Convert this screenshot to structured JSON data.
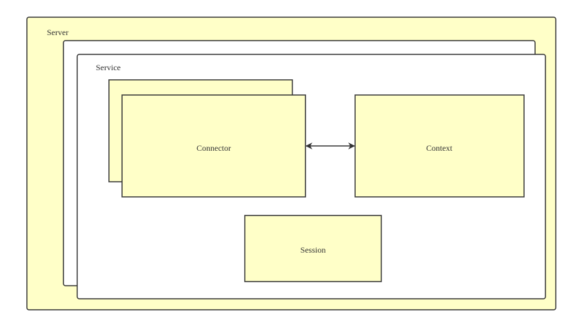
{
  "diagram": {
    "server": {
      "label": "Server"
    },
    "service": {
      "label": "Service"
    },
    "connector": {
      "label": "Connector"
    },
    "context": {
      "label": "Context"
    },
    "session": {
      "label": "Session"
    },
    "connections": [
      {
        "from": "Connector",
        "to": "Context",
        "direction": "bidirectional"
      }
    ]
  },
  "colors": {
    "fill": "#ffffc8",
    "stroke": "#333333",
    "background": "#ffffff",
    "inner_fill": "#ffffff"
  }
}
